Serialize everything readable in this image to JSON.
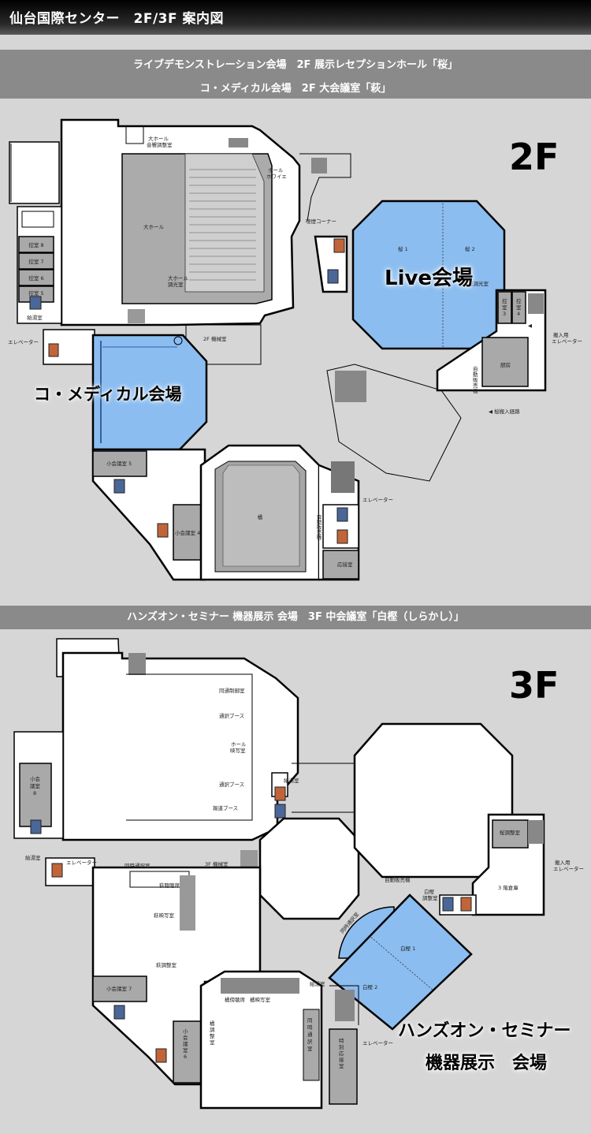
{
  "title": "仙台国際センター　2F/3F 案内図",
  "floor2": {
    "heading_line1": "ライブデモンストレーション会場　2F 展示レセプションホール「桜」",
    "heading_line2": "コ・メディカル会場　2F 大会議室「萩」",
    "floor_label": "2F",
    "venue_live": "Live会場",
    "venue_comedical": "コ・メディカル会場",
    "rooms": {
      "daihall_ctrl": "大ホール\n音響調整室",
      "daihall": "大ホール",
      "daihall_light": "大ホール\n調光室",
      "hall_foyer": "ホール\nホワイエ",
      "kitsuen": "喫煙コーナー",
      "hikae8": "控室 8",
      "hikae7": "控室 7",
      "hikae6": "控室 6",
      "hikae5": "控室 5",
      "kyutoshitsu": "給湯室",
      "elevator_left": "エレベーター",
      "kikaishitsu": "2F 機械室",
      "sakura1": "桜 1",
      "sakura2": "桜 2",
      "sakura_choko": "桜調光室",
      "hikae3": "控室 3",
      "hikae4": "控室 4",
      "hannyu_elev": "搬入用\nエレベーター",
      "chubo": "厨房",
      "jihanki": "自動販売機",
      "sakura_route": "桜搬入経路",
      "shokaigi5": "小会議室 5",
      "shokaigi4": "小会議室 4",
      "hagi": "橘",
      "elevator_right": "エレベーター",
      "jihanki2": "自動販売機",
      "osetsu": "応接室"
    }
  },
  "floor3": {
    "heading": "ハンズオン・セミナー 機器展示 会場　3F 中会議室「白樫（しらかし）」",
    "floor_label": "3F",
    "venue_line1": "ハンズオン・セミナー",
    "venue_line2": "機器展示　会場",
    "rooms": {
      "doji_ctrl": "同通制御室",
      "tsuyaku1": "通訳ブース",
      "hall_eisha": "ホール\n映写室",
      "tsuyaku2": "通訳ブース",
      "hodo": "報道ブース",
      "kyuto1": "給湯室",
      "shokaigi8": "小会議室8",
      "kyuto2": "給湯室",
      "elevator": "エレベーター",
      "doji_tsuyaku": "同時通訳室",
      "kikai3f": "3F 機械室",
      "hagi_chomei": "萩聴聴席",
      "hagi_eisha": "萩映写室",
      "hagi_chosei": "萩調整室",
      "shokaigi7": "小会議室 7",
      "shokaigi6": "小会議室6",
      "tachibana_chomei": "橘傍聴席",
      "tachibana_eisha": "橘映写室",
      "tachibana_chosei": "橘調整室",
      "kyuto3": "給湯室",
      "doji_right": "同時通訳室",
      "sakura_chosei": "桜調整室",
      "hannyu": "搬入用\nエレベーター",
      "souko": "3 階倉庫",
      "jihanki": "自動販売機",
      "shirakashi_chosei": "白樫\n調整室",
      "shirakashi1": "白樫 1",
      "shirakashi2": "白樫 2",
      "tokubetsu": "特別応接室",
      "elevator2": "エレベーター",
      "doji_tsuyaku2": "同時通訳室"
    }
  }
}
